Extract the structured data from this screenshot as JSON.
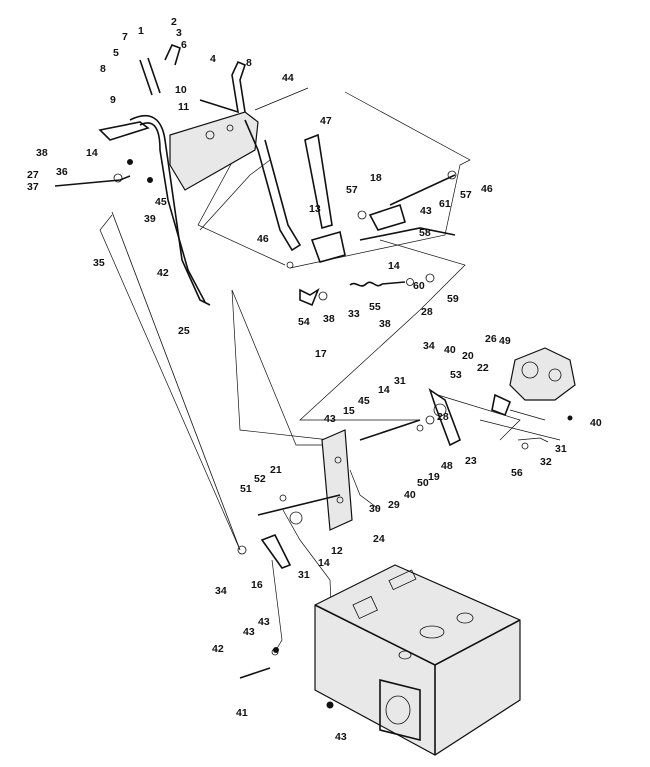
{
  "callouts": [
    {
      "id": "c1",
      "text": "1"
    },
    {
      "id": "c2",
      "text": "2"
    },
    {
      "id": "c3",
      "text": "3"
    },
    {
      "id": "c4",
      "text": "4"
    },
    {
      "id": "c5",
      "text": "5"
    },
    {
      "id": "c6",
      "text": "6"
    },
    {
      "id": "c7",
      "text": "7"
    },
    {
      "id": "c8a",
      "text": "8"
    },
    {
      "id": "c8b",
      "text": "8"
    },
    {
      "id": "c9",
      "text": "9"
    },
    {
      "id": "c10",
      "text": "10"
    },
    {
      "id": "c11",
      "text": "11"
    },
    {
      "id": "c12",
      "text": "12"
    },
    {
      "id": "c13",
      "text": "13"
    },
    {
      "id": "c14a",
      "text": "14"
    },
    {
      "id": "c14b",
      "text": "14"
    },
    {
      "id": "c14c",
      "text": "14"
    },
    {
      "id": "c14d",
      "text": "14"
    },
    {
      "id": "c15",
      "text": "15"
    },
    {
      "id": "c16",
      "text": "16"
    },
    {
      "id": "c17",
      "text": "17"
    },
    {
      "id": "c18",
      "text": "18"
    },
    {
      "id": "c19",
      "text": "19"
    },
    {
      "id": "c20",
      "text": "20"
    },
    {
      "id": "c21",
      "text": "21"
    },
    {
      "id": "c22",
      "text": "22"
    },
    {
      "id": "c23",
      "text": "23"
    },
    {
      "id": "c24",
      "text": "24"
    },
    {
      "id": "c25",
      "text": "25"
    },
    {
      "id": "c26",
      "text": "26"
    },
    {
      "id": "c27",
      "text": "27"
    },
    {
      "id": "c28a",
      "text": "28"
    },
    {
      "id": "c28b",
      "text": "28"
    },
    {
      "id": "c29",
      "text": "29"
    },
    {
      "id": "c30",
      "text": "30"
    },
    {
      "id": "c31a",
      "text": "31"
    },
    {
      "id": "c31b",
      "text": "31"
    },
    {
      "id": "c31c",
      "text": "31"
    },
    {
      "id": "c32",
      "text": "32"
    },
    {
      "id": "c33",
      "text": "33"
    },
    {
      "id": "c34a",
      "text": "34"
    },
    {
      "id": "c34b",
      "text": "34"
    },
    {
      "id": "c35",
      "text": "35"
    },
    {
      "id": "c36",
      "text": "36"
    },
    {
      "id": "c37",
      "text": "37"
    },
    {
      "id": "c38a",
      "text": "38"
    },
    {
      "id": "c38b",
      "text": "38"
    },
    {
      "id": "c38c",
      "text": "38"
    },
    {
      "id": "c39",
      "text": "39"
    },
    {
      "id": "c40a",
      "text": "40"
    },
    {
      "id": "c40b",
      "text": "40"
    },
    {
      "id": "c40c",
      "text": "40"
    },
    {
      "id": "c41",
      "text": "41"
    },
    {
      "id": "c42a",
      "text": "42"
    },
    {
      "id": "c42b",
      "text": "42"
    },
    {
      "id": "c43a",
      "text": "43"
    },
    {
      "id": "c43b",
      "text": "43"
    },
    {
      "id": "c43c",
      "text": "43"
    },
    {
      "id": "c43d",
      "text": "43"
    },
    {
      "id": "c43e",
      "text": "43"
    },
    {
      "id": "c44",
      "text": "44"
    },
    {
      "id": "c45a",
      "text": "45"
    },
    {
      "id": "c45b",
      "text": "45"
    },
    {
      "id": "c46a",
      "text": "46"
    },
    {
      "id": "c46b",
      "text": "46"
    },
    {
      "id": "c47",
      "text": "47"
    },
    {
      "id": "c48",
      "text": "48"
    },
    {
      "id": "c49",
      "text": "49"
    },
    {
      "id": "c50",
      "text": "50"
    },
    {
      "id": "c51",
      "text": "51"
    },
    {
      "id": "c52",
      "text": "52"
    },
    {
      "id": "c53",
      "text": "53"
    },
    {
      "id": "c54",
      "text": "54"
    },
    {
      "id": "c55",
      "text": "55"
    },
    {
      "id": "c56",
      "text": "56"
    },
    {
      "id": "c57a",
      "text": "57"
    },
    {
      "id": "c57b",
      "text": "57"
    },
    {
      "id": "c58",
      "text": "58"
    },
    {
      "id": "c59",
      "text": "59"
    },
    {
      "id": "c60",
      "text": "60"
    },
    {
      "id": "c61",
      "text": "61"
    }
  ]
}
